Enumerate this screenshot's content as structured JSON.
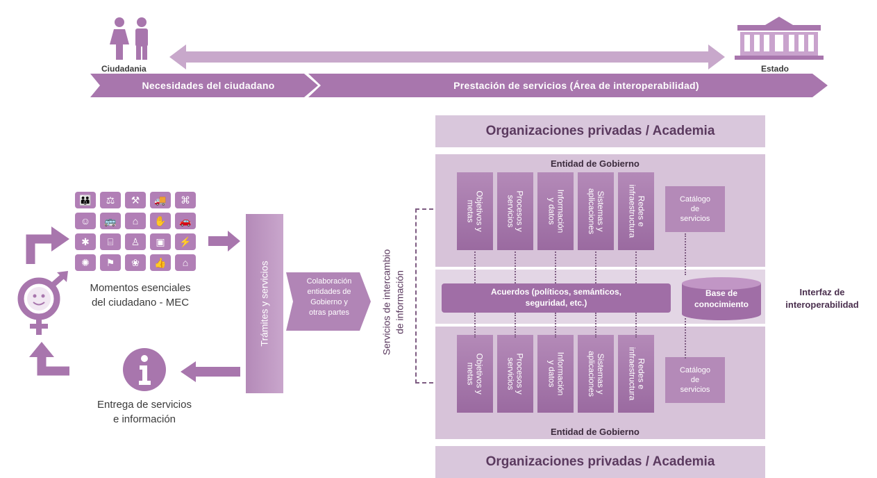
{
  "top": {
    "left_label": "Ciudadania",
    "right_label": "Estado",
    "band_left": "Necesidades del ciudadano",
    "band_right": "Prestación de servicios (Área de interoperabilidad)"
  },
  "left": {
    "mec_label": "Momentos esenciales\ndel ciudadano - MEC",
    "delivery_label": "Entrega de servicios\ne información",
    "tramites": "Trámites y servicios",
    "colaboracion": "Colaboración\nentidades de\nGobierno y\notras partes",
    "servicios_intercambio": "Servicios de intercambio\nde información",
    "icons": [
      "family-icon",
      "justice-icon",
      "auction-icon",
      "vehicle-icon",
      "map-icon",
      "profile-icon",
      "bus-icon",
      "home-icon",
      "handshake-icon",
      "car-icon",
      "body-icon",
      "bed-icon",
      "people-icon",
      "computer-icon",
      "energy-icon",
      "virus-icon",
      "run-icon",
      "brain-icon",
      "thumb-icon",
      "office-icon"
    ]
  },
  "right": {
    "org_top": "Organizaciones privadas / Academia",
    "org_bottom": "Organizaciones privadas / Academia",
    "entidad_top": "Entidad de Gobierno",
    "entidad_bottom": "Entidad de Gobierno",
    "columns": [
      "Objetivos y\nmetas",
      "Procesos y\nservicios",
      "Información\ny datos",
      "Sistemas y\naplicaciones",
      "Redes e\ninfraestructura"
    ],
    "catalogo": "Catálogo\nde\nservicios",
    "acuerdos": "Acuerdos (políticos, semánticos,\nseguridad, etc.)",
    "base": "Base de\nconocimiento",
    "interfaz": "Interfaz de\ninteroperabilidad"
  },
  "colors": {
    "purple": "#9c6aa2",
    "light": "#d7c3d9",
    "band": "#a876ad"
  }
}
